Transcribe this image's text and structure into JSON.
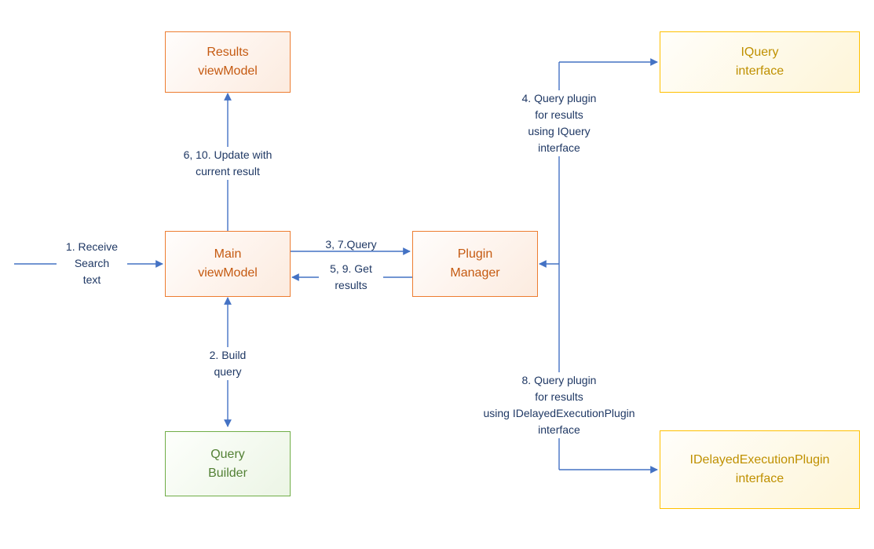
{
  "colors": {
    "arrow-color": "#4472C4",
    "edge-label-color": "#1F3864",
    "orange-border": "#ED7D31",
    "orange-text": "#C55A11",
    "gold-border": "#FFC000",
    "gold-text": "#BF9000",
    "green-border": "#70AD47",
    "green-text": "#538135"
  },
  "nodes": {
    "results_viewmodel": {
      "label": "Results\nviewModel"
    },
    "iquery_interface": {
      "label": "IQuery\ninterface"
    },
    "main_viewmodel": {
      "label": "Main\nviewModel"
    },
    "plugin_manager": {
      "label": "Plugin\nManager"
    },
    "query_builder": {
      "label": "Query\nBuilder"
    },
    "idelayedexecutionplugin_interface": {
      "label": "IDelayedExecutionPlugin\ninterface"
    }
  },
  "edges": {
    "receive_search": {
      "label": "1. Receive\nSearch\ntext"
    },
    "update_with_result": {
      "label": "6, 10. Update with\ncurrent result"
    },
    "query": {
      "label": "3, 7.Query"
    },
    "get_results": {
      "label": "5, 9. Get\nresults"
    },
    "build_query": {
      "label": "2. Build\nquery"
    },
    "query_plugin_iquery": {
      "label": "4. Query plugin\nfor results\nusing IQuery\ninterface"
    },
    "query_plugin_idelayed": {
      "label": "8. Query plugin\nfor results\nusing IDelayedExecutionPlugin\ninterface"
    }
  }
}
